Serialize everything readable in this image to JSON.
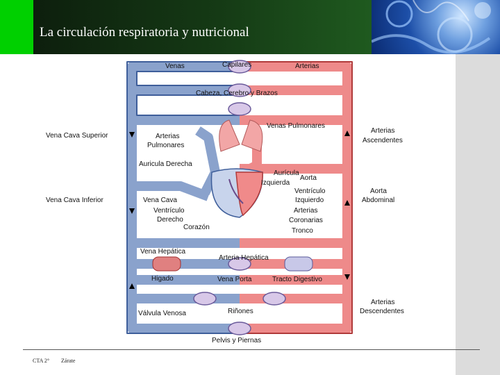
{
  "header": {
    "title": "La circulación respiratoria y nutricional"
  },
  "diagram": {
    "labels": {
      "venas": "Venas",
      "capilares": "Capilares",
      "arterias": "Arterias",
      "cabeza": "Cabeza, Cerebro y Brazos",
      "vena_cava_superior": "Vena Cava Superior",
      "arterias_pulmonares_1": "Arterias",
      "arterias_pulmonares_2": "Pulmonares",
      "venas_pulmonares": "Venas Pulmonares",
      "arterias_ascendentes_1": "Arterias",
      "arterias_ascendentes_2": "Ascendentes",
      "auricula_derecha": "Auricula Derecha",
      "auricula_izquierda_1": "Aurícula",
      "auricula_izquierda_2": "Izquierda",
      "aorta": "Aorta",
      "vena_cava_inferior": "Vena Cava Inferior",
      "vena_cava": "Vena Cava",
      "ventriculo_izquierdo_1": "Ventrículo",
      "ventriculo_izquierdo_2": "Izquierdo",
      "aorta_abdominal_1": "Aorta",
      "aorta_abdominal_2": "Abdominal",
      "ventriculo_derecho_1": "Ventrículo",
      "ventriculo_derecho_2": "Derecho",
      "arterias_coronarias_1": "Arterias",
      "arterias_coronarias_2": "Coronarias",
      "corazon": "Corazón",
      "tronco": "Tronco",
      "vena_hepatica": "Vena Hepática",
      "arteria_hepatica": "Arteria Hepática",
      "higado": "Higado",
      "vena_porta": "Vena Porta",
      "tracto_digestivo": "Tracto Digestivo",
      "arterias_descendentes_1": "Arterias",
      "arterias_descendentes_2": "Descendentes",
      "valvula_venosa": "Válvula Venosa",
      "rinones": "Riñones",
      "pelvis": "Pelvis y Piernas"
    }
  },
  "footer": {
    "left": "CTA 2°",
    "mid": "Zárate"
  }
}
